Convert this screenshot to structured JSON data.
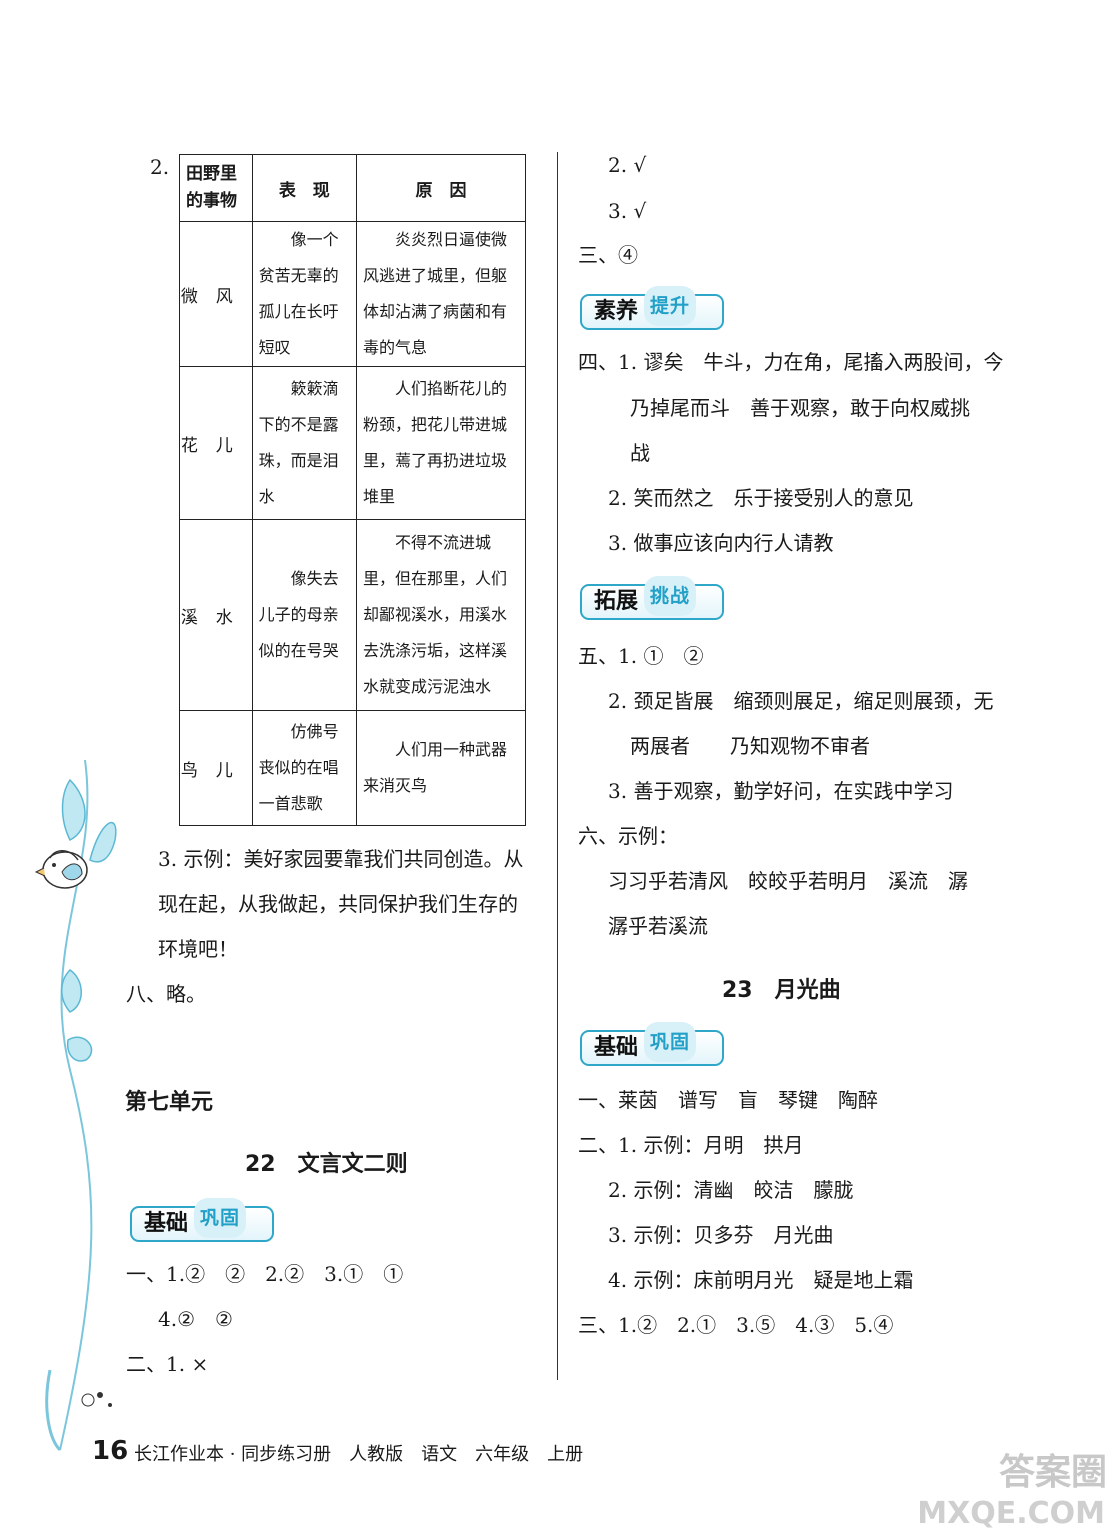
{
  "left": {
    "q2_label": "2.",
    "table": {
      "headers": [
        "田野里",
        "的事物",
        "表　现",
        "原　因"
      ],
      "rows": [
        {
          "thing": "微风",
          "manifest": "像一个贫苦无辜的孤儿在长吁短叹",
          "reason": "炎炎烈日逼使微风逃进了城里，但躯体却沾满了病菌和有毒的气息"
        },
        {
          "thing": "花儿",
          "manifest": "簌簌滴下的不是露珠，而是泪水",
          "reason": "人们掐断花儿的粉颈，把花儿带进城里，蔫了再扔进垃圾堆里"
        },
        {
          "thing": "溪水",
          "manifest": "像失去儿子的母亲似的在号哭",
          "reason": "不得不流进城里，但在那里，人们却鄙视溪水，用溪水去洗涤污垢，这样溪水就变成污泥浊水"
        },
        {
          "thing": "鸟儿",
          "manifest": "仿佛号丧似的在唱一首悲歌",
          "reason": "人们用一种武器来消灭鸟"
        }
      ]
    },
    "q3_line1": "3. 示例：美好家园要靠我们共同创造。从",
    "q3_line2": "现在起，从我做起，共同保护我们生存的",
    "q3_line3": "环境吧！",
    "q8": "八、略。",
    "unit": "第七单元",
    "lesson": "22　文言文二则",
    "badge_base": "基础",
    "badge_base_sub": "巩固",
    "a1_line1": "一、1.②　②　2.②　3.①　①",
    "a1_line2": "4.②　②",
    "a2_line1": "二、1. ×"
  },
  "right": {
    "r2": "2. √",
    "r3": "3. √",
    "r_three": "三、④",
    "badge_suyang": "素养",
    "badge_suyang_sub": "提升",
    "four_1a": "四、1. 谬矣　牛斗，力在角，尾搐入两股间，今",
    "four_1b": "乃掉尾而斗　善于观察，敢于向权威挑",
    "four_1c": "战",
    "four_2": "2. 笑而然之　乐于接受别人的意见",
    "four_3": "3. 做事应该向内行人请教",
    "badge_tuozhan": "拓展",
    "badge_tuozhan_sub": "挑战",
    "five_1": "五、1. ①　②",
    "five_2a": "2. 颈足皆展　缩颈则展足，缩足则展颈，无",
    "five_2b": "两展者　　乃知观物不审者",
    "five_3": "3. 善于观察，勤学好问，在实践中学习",
    "six": "六、示例：",
    "six_a": "习习乎若清风　皎皎乎若明月　溪流　潺",
    "six_b": "潺乎若溪流",
    "lesson23": "23　月光曲",
    "badge_base": "基础",
    "badge_base_sub": "巩固",
    "b1": "一、莱茵　谱写　盲　琴键　陶醉",
    "b2_1": "二、1. 示例：月明　拱月",
    "b2_2": "2. 示例：清幽　皎洁　朦胧",
    "b2_3": "3. 示例：贝多芬　月光曲",
    "b2_4": "4. 示例：床前明月光　疑是地上霜",
    "b3": "三、1.②　2.①　3.⑤　4.③　5.④"
  },
  "footer": {
    "page": "16",
    "text": "长江作业本 · 同步练习册　人教版　语文　六年级　上册"
  },
  "watermark": {
    "line1": "答案圈",
    "line2": "MXQE.COM"
  },
  "colors": {
    "accent": "#2fa7c9",
    "accent_light": "#d8f1f8"
  }
}
